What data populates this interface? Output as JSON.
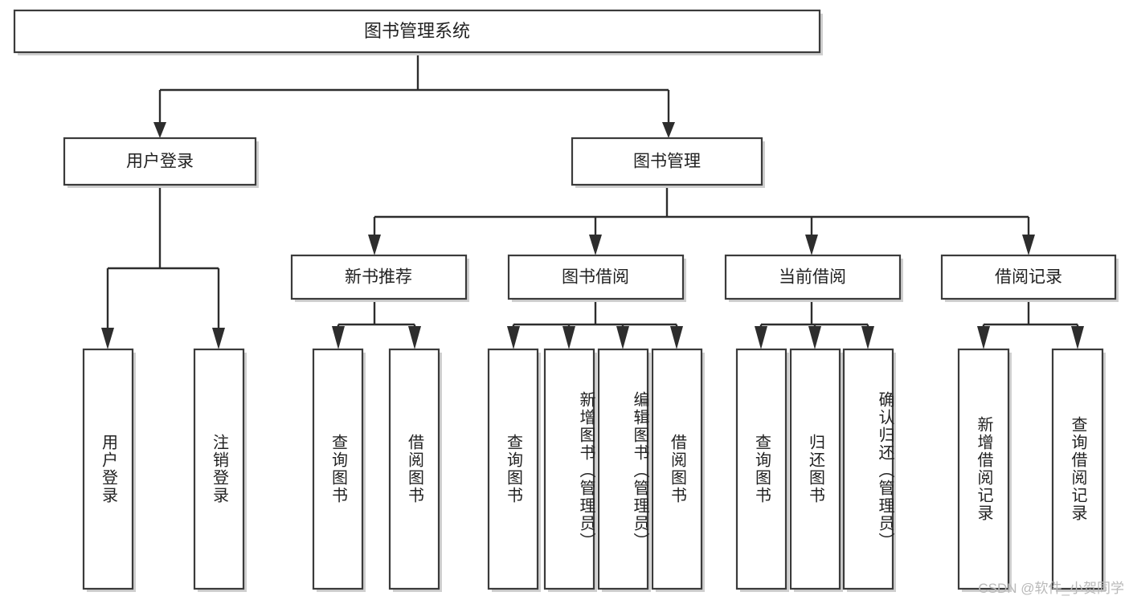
{
  "diagram": {
    "type": "tree-hierarchy",
    "title": "图书管理系统",
    "orientation": "top-down",
    "colors": {
      "box_border": "#3b3b3b",
      "box_fill": "#ffffff",
      "connector": "#2d2d2d",
      "watermark": "#b9b9b9",
      "background": "#ffffff"
    },
    "root": {
      "label": "图书管理系统"
    },
    "level2": [
      {
        "id": "user-login",
        "label": "用户登录"
      },
      {
        "id": "book-manage",
        "label": "图书管理"
      }
    ],
    "level3": [
      {
        "id": "new-book-recommend",
        "label": "新书推荐",
        "parent": "book-manage"
      },
      {
        "id": "book-borrow",
        "label": "图书借阅",
        "parent": "book-manage"
      },
      {
        "id": "current-borrow",
        "label": "当前借阅",
        "parent": "book-manage"
      },
      {
        "id": "borrow-record",
        "label": "借阅记录",
        "parent": "book-manage"
      }
    ],
    "leaves": [
      {
        "id": "leaf-user-login",
        "label": "用户登录",
        "parent": "user-login"
      },
      {
        "id": "leaf-user-logout",
        "label": "注销登录",
        "parent": "user-login"
      },
      {
        "id": "leaf-query-book-1",
        "label": "查询图书",
        "parent": "new-book-recommend"
      },
      {
        "id": "leaf-borrow-book-1",
        "label": "借阅图书",
        "parent": "new-book-recommend"
      },
      {
        "id": "leaf-query-book-2",
        "label": "查询图书",
        "parent": "book-borrow"
      },
      {
        "id": "leaf-add-book",
        "label": "新增图书（管理员）",
        "parent": "book-borrow"
      },
      {
        "id": "leaf-edit-book",
        "label": "编辑图书（管理员）",
        "parent": "book-borrow"
      },
      {
        "id": "leaf-borrow-book-2",
        "label": "借阅图书",
        "parent": "book-borrow"
      },
      {
        "id": "leaf-query-book-3",
        "label": "查询图书",
        "parent": "current-borrow"
      },
      {
        "id": "leaf-return-book",
        "label": "归还图书",
        "parent": "current-borrow"
      },
      {
        "id": "leaf-confirm-return",
        "label": "确认归还（管理员）",
        "parent": "current-borrow"
      },
      {
        "id": "leaf-add-record",
        "label": "新增借阅记录",
        "parent": "borrow-record"
      },
      {
        "id": "leaf-query-record",
        "label": "查询借阅记录",
        "parent": "borrow-record"
      }
    ]
  },
  "watermark": {
    "text": "CSDN @软件_小贺同学"
  }
}
